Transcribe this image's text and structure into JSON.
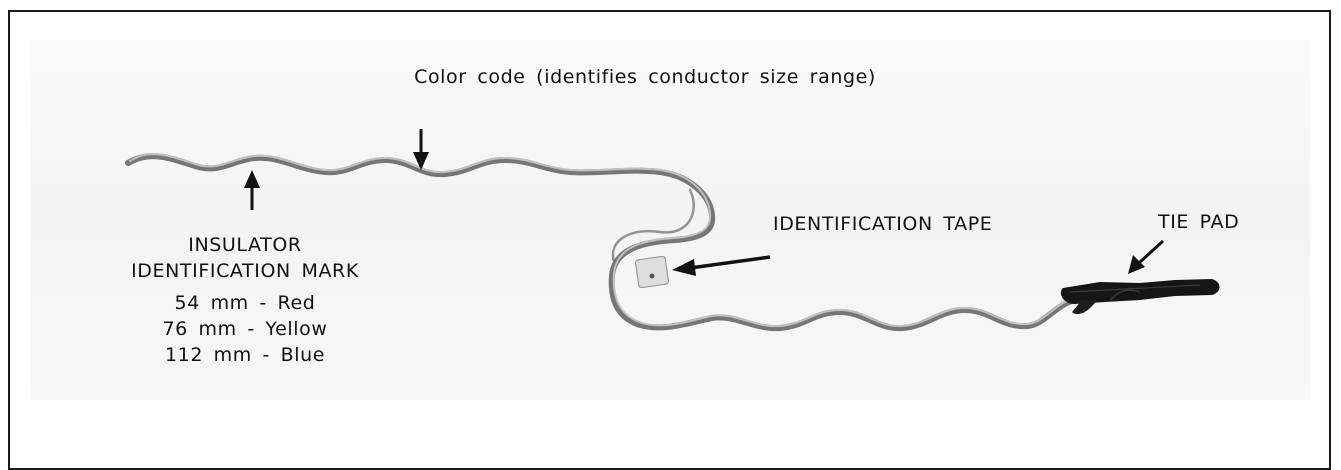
{
  "labels": {
    "color_code": "Color code (identifies conductor size range)",
    "insulator_title_1": "INSULATOR",
    "insulator_title_2": "IDENTIFICATION  MARK",
    "insulator_sizes": [
      "54  mm  -  Red",
      "76  mm  -  Yellow",
      "112  mm  -  Blue"
    ],
    "identification_tape": "IDENTIFICATION  TAPE",
    "tie_pad": "TIE  PAD"
  },
  "colors": {
    "wire": "#6e6e6e",
    "wire_highlight": "#bdbdbd",
    "tie_pad": "#141414",
    "arrow": "#111111",
    "tape": "#d9d9d9",
    "frame": "#1a1a1a"
  }
}
